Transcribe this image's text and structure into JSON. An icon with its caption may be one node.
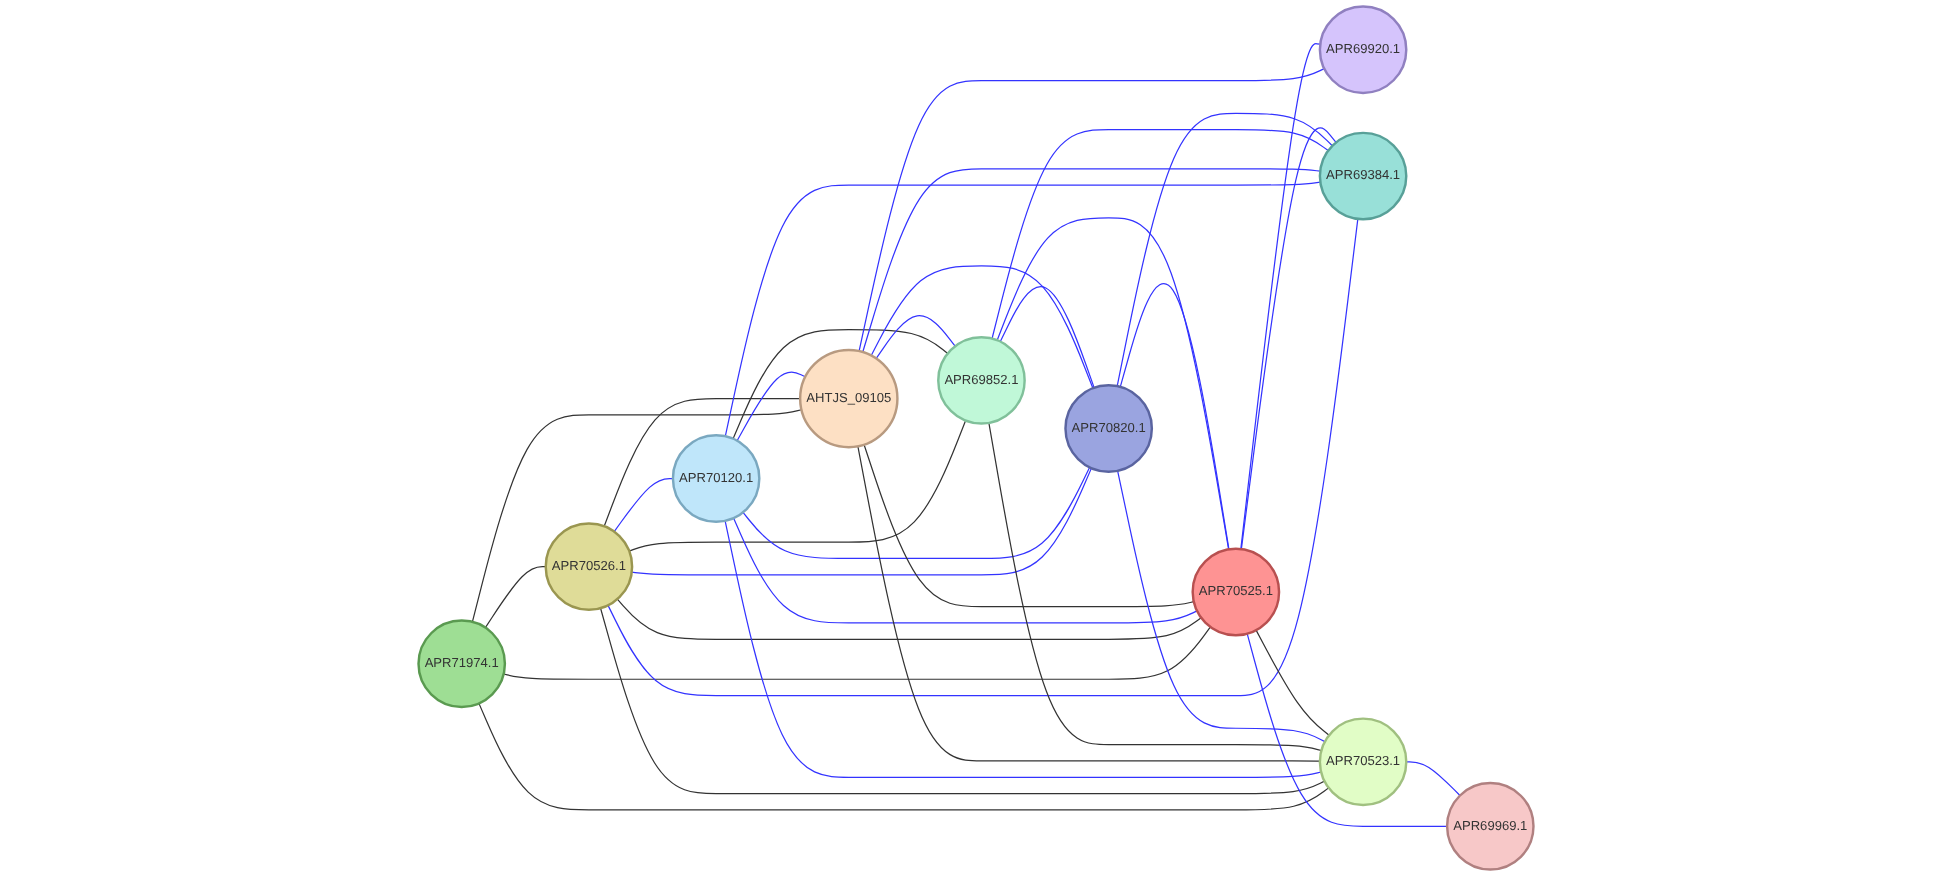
{
  "diagram": {
    "nodes": [
      {
        "text": [
          "APR71974.1"
        ]
      },
      {
        "text": [
          "APR70526.1"
        ]
      },
      {
        "text": [
          "APR70120.1"
        ]
      },
      {
        "text": [
          "AHTJS_09105"
        ]
      },
      {
        "text": [
          "APR69852.1"
        ]
      },
      {
        "text": [
          "APR70820.1"
        ]
      },
      {
        "text": [
          "APR70525.1"
        ]
      },
      {
        "text": [
          "APR69920.1"
        ]
      },
      {
        "text": [
          "APR69384.1"
        ]
      },
      {
        "text": [
          "APR70523.1"
        ]
      },
      {
        "text": [
          "APR69969.1"
        ]
      }
    ],
    "edges": [
      {
        "from": 0,
        "to": 1,
        "arrow": "none",
        "color": "#333333"
      },
      {
        "from": 0,
        "to": 3,
        "arrow": "none",
        "color": "#333333"
      },
      {
        "from": 0,
        "to": 6,
        "arrow": "none",
        "color": "#333333"
      },
      {
        "from": 0,
        "to": 9,
        "arrow": "none",
        "color": "#333333"
      },
      {
        "from": 1,
        "to": 2,
        "arrow": "none"
      },
      {
        "from": 1,
        "to": 3,
        "arrow": "none",
        "color": "#333333"
      },
      {
        "from": 1,
        "to": 6,
        "arrow": "none",
        "color": "#333333"
      },
      {
        "from": 1,
        "to": 9,
        "arrow": "none",
        "color": "#333333"
      },
      {
        "from": 1,
        "to": 4,
        "arrow": "none",
        "color": "#333333"
      },
      {
        "from": 1,
        "to": 5,
        "arrow": "none"
      },
      {
        "from": 1,
        "to": 8,
        "arrow": "none"
      },
      {
        "from": 2,
        "to": 3,
        "arrow": "none"
      },
      {
        "from": 2,
        "to": 6,
        "arrow": "none"
      },
      {
        "from": 2,
        "to": 4,
        "arrow": "none",
        "color": "#333333"
      },
      {
        "from": 2,
        "to": 9,
        "arrow": "none"
      },
      {
        "from": 2,
        "to": 8,
        "arrow": "none"
      },
      {
        "from": 2,
        "to": 5,
        "arrow": "none"
      },
      {
        "from": 3,
        "to": 4,
        "arrow": "none"
      },
      {
        "from": 3,
        "to": 5,
        "arrow": "none"
      },
      {
        "from": 3,
        "to": 6,
        "arrow": "none",
        "color": "#333333"
      },
      {
        "from": 3,
        "to": 9,
        "arrow": "none",
        "color": "#333333"
      },
      {
        "from": 3,
        "to": 7,
        "arrow": "none"
      },
      {
        "from": 3,
        "to": 8,
        "arrow": "none"
      },
      {
        "from": 4,
        "to": 6,
        "arrow": "none"
      },
      {
        "from": 4,
        "to": 5,
        "arrow": "none"
      },
      {
        "from": 4,
        "to": 9,
        "arrow": "none",
        "color": "#333333"
      },
      {
        "from": 4,
        "to": 8,
        "arrow": "none"
      },
      {
        "from": 5,
        "to": 6,
        "arrow": "none"
      },
      {
        "from": 5,
        "to": 9,
        "arrow": "none"
      },
      {
        "from": 5,
        "to": 8,
        "arrow": "none"
      },
      {
        "from": 6,
        "to": 9,
        "arrow": "none",
        "color": "#333333"
      },
      {
        "from": 6,
        "to": 7,
        "arrow": "none"
      },
      {
        "from": 6,
        "to": 8,
        "arrow": "none"
      },
      {
        "from": 6,
        "to": 10,
        "arrow": "none"
      },
      {
        "from": 9,
        "to": 10,
        "arrow": "none"
      }
    ]
  }
}
